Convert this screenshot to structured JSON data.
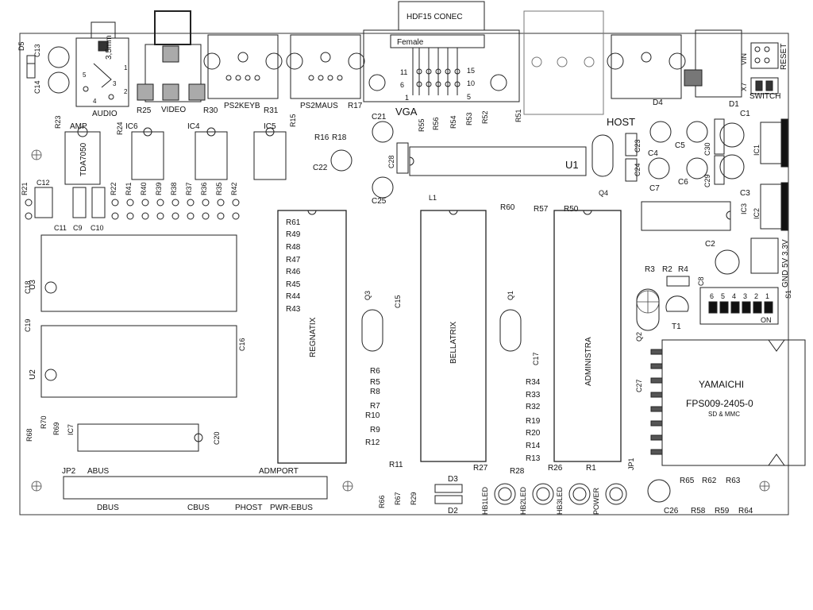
{
  "connectors": {
    "audio": "AUDIO",
    "jack_size": "3,5mm",
    "video": "VIDEO",
    "ps2_keyb": "PS2KEYB",
    "ps2_maus": "PS2MAUS",
    "vga": "VGA",
    "vga_header": "HDF15 CONEC",
    "vga_female": "Female",
    "host": "HOST",
    "reset": "RESET",
    "switch": "SWITCH",
    "vin": "VIN",
    "x7": "X7",
    "amp": "AMP",
    "voltage": "GND 5V 3.3V",
    "on": "ON"
  },
  "vga_pins": [
    "1",
    "5",
    "6",
    "10",
    "11",
    "15"
  ],
  "jack_pins": [
    "5",
    "4",
    "3",
    "2",
    "1"
  ],
  "chips": {
    "regnatix": "REGNATIX",
    "bellatrix": "BELLATRIX",
    "administra": "ADMINISTRA",
    "u1": "U1",
    "u2": "U2",
    "u3": "U3",
    "tda": "TDA7050",
    "ic1": "IC1",
    "ic2": "IC2",
    "ic3": "IC3",
    "ic4": "IC4",
    "ic5": "IC5",
    "ic6": "IC6",
    "ic7": "IC7"
  },
  "sd_slot": {
    "brand": "YAMAICHI",
    "part": "FPS009-2405-0",
    "note": "SD & MMC"
  },
  "leds": [
    "HB1LED",
    "HB2LED",
    "HB3LED",
    "POWER"
  ],
  "dip_switch": {
    "name": "S1",
    "positions": [
      "6",
      "5",
      "4",
      "3",
      "2",
      "1"
    ]
  },
  "headers": {
    "jp1": "JP1",
    "jp2": "JP2",
    "abus": "ABUS",
    "admport": "ADMPORT",
    "dbus": "DBUS",
    "cbus": "CBUS",
    "phost": "PHOST",
    "pwr_ebus": "PWR-EBUS"
  },
  "resistors": {
    "left_row": [
      "R21",
      "R22",
      "R41",
      "R40",
      "R39",
      "R38",
      "R37",
      "R36",
      "R35",
      "R42"
    ],
    "regnatix_bank": [
      "R61",
      "R49",
      "R48",
      "R47",
      "R46",
      "R45",
      "R44",
      "R43"
    ],
    "bellatrix_bank": [
      "R6",
      "R5",
      "R8",
      "R7",
      "R10",
      "R9",
      "R12",
      "R11"
    ],
    "administra_bank": [
      "R34",
      "R33",
      "R32",
      "R19",
      "R20",
      "R14",
      "R13"
    ],
    "vga_bank": [
      "R55",
      "R56",
      "R54",
      "R53",
      "R52",
      "R51"
    ],
    "ps2_bank": [
      "R15",
      "R16",
      "R18",
      "R17"
    ],
    "misc": [
      "R23",
      "R24",
      "R25",
      "R30",
      "R31",
      "R60",
      "R57",
      "R50",
      "R3",
      "R2",
      "R4",
      "R1",
      "R26",
      "R27",
      "R28",
      "R66",
      "R67",
      "R29",
      "R68",
      "R70",
      "R69",
      "R65",
      "R62",
      "R63",
      "R58",
      "R59",
      "R64"
    ]
  },
  "capacitors": [
    "C1",
    "C2",
    "C3",
    "C4",
    "C5",
    "C6",
    "C7",
    "C8",
    "C9",
    "C10",
    "C11",
    "C12",
    "C13",
    "C14",
    "C15",
    "C16",
    "C17",
    "C18",
    "C19",
    "C20",
    "C21",
    "C22",
    "C23",
    "C24",
    "C25",
    "C26",
    "C27",
    "C28",
    "C29",
    "C30"
  ],
  "crystals": [
    "Q1",
    "Q2",
    "Q3",
    "Q4"
  ],
  "diodes": [
    "D1",
    "D2",
    "D3",
    "D4",
    "D5"
  ],
  "misc_parts": [
    "T1",
    "L1"
  ]
}
